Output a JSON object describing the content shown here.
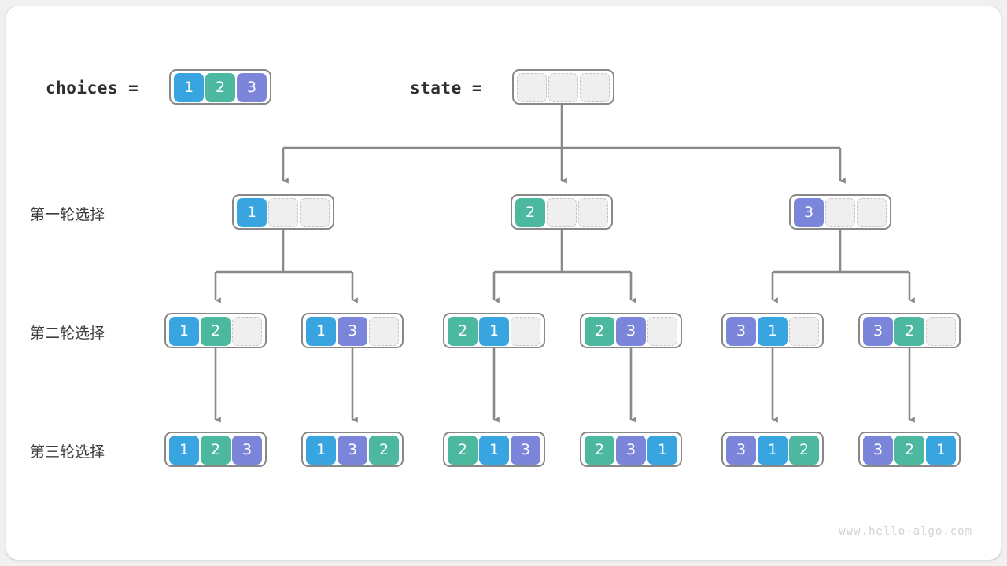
{
  "diagram": {
    "title_labels": {
      "choices": "choices  =",
      "state": "state  ="
    },
    "watermark": "www.hello-algo.com",
    "colors": {
      "value1": "#38a4e0",
      "value2": "#4cb8a0",
      "value3": "#7b86da",
      "empty_cell": "#efefef",
      "empty_border": "#c4c4c4",
      "container_border": "#888888",
      "link": "#8a8a8a",
      "card_background": "#ffffff",
      "page_background": "#f0f0f0",
      "watermark_text": "#d2d2d2"
    },
    "row_labels": [
      "第一轮选择",
      "第二轮选择",
      "第三轮选择"
    ],
    "header": {
      "choices_values": [
        "1",
        "2",
        "3"
      ],
      "state_values": [
        "",
        "",
        ""
      ]
    },
    "round1": [
      {
        "values": [
          "1",
          "",
          ""
        ]
      },
      {
        "values": [
          "2",
          "",
          ""
        ]
      },
      {
        "values": [
          "3",
          "",
          ""
        ]
      }
    ],
    "round2": [
      {
        "values": [
          "1",
          "2",
          ""
        ]
      },
      {
        "values": [
          "1",
          "3",
          ""
        ]
      },
      {
        "values": [
          "2",
          "1",
          ""
        ]
      },
      {
        "values": [
          "2",
          "3",
          ""
        ]
      },
      {
        "values": [
          "3",
          "1",
          ""
        ]
      },
      {
        "values": [
          "3",
          "2",
          ""
        ]
      }
    ],
    "round3": [
      {
        "values": [
          "1",
          "2",
          "3"
        ]
      },
      {
        "values": [
          "1",
          "3",
          "2"
        ]
      },
      {
        "values": [
          "2",
          "1",
          "3"
        ]
      },
      {
        "values": [
          "2",
          "3",
          "1"
        ]
      },
      {
        "values": [
          "3",
          "1",
          "2"
        ]
      },
      {
        "values": [
          "3",
          "2",
          "1"
        ]
      }
    ]
  }
}
